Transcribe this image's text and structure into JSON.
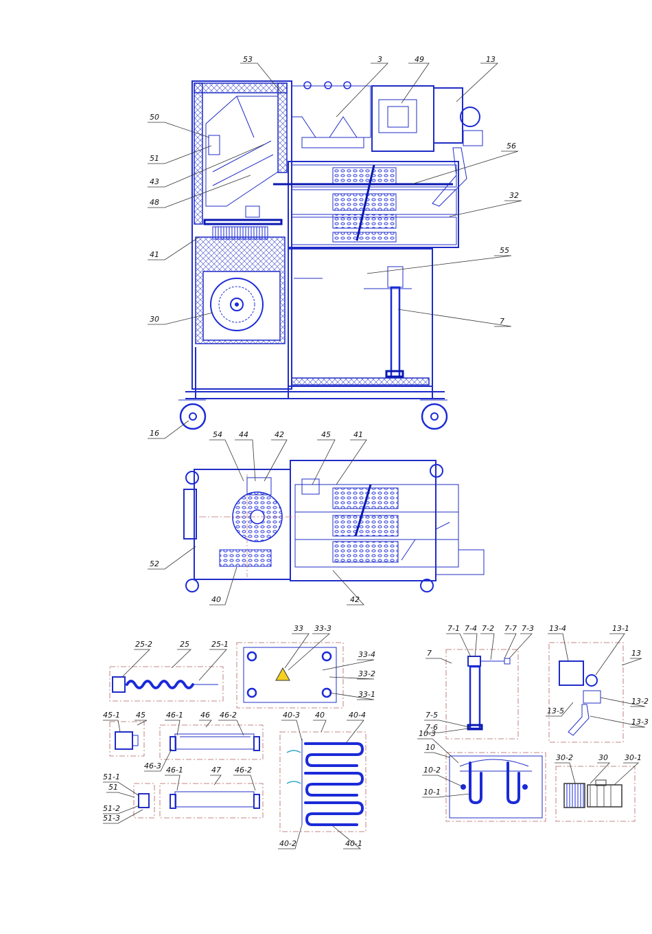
{
  "drawing": {
    "main_view_labels": [
      "53",
      "3",
      "49",
      "13",
      "50",
      "51",
      "43",
      "48",
      "56",
      "32",
      "41",
      "55",
      "30",
      "7",
      "16"
    ],
    "plan_view_labels": [
      "54",
      "44",
      "42",
      "45",
      "41",
      "52",
      "40",
      "42"
    ],
    "detail_groups": [
      {
        "id": "25",
        "labels": [
          "25-2",
          "25",
          "25-1"
        ]
      },
      {
        "id": "33",
        "labels": [
          "33",
          "33-3",
          "33-4",
          "33-2",
          "33-1"
        ]
      },
      {
        "id": "45",
        "labels": [
          "45-1",
          "45"
        ]
      },
      {
        "id": "46",
        "labels": [
          "46-1",
          "46",
          "46-2",
          "46-3"
        ]
      },
      {
        "id": "47",
        "labels": [
          "46-1",
          "47",
          "46-2"
        ]
      },
      {
        "id": "51",
        "labels": [
          "51-1",
          "51",
          "51-2",
          "51-3"
        ]
      },
      {
        "id": "40",
        "labels": [
          "40-3",
          "40",
          "40-4",
          "40-2",
          "40-1"
        ]
      },
      {
        "id": "7",
        "labels": [
          "7-1",
          "7-4",
          "7-2",
          "7-7",
          "7-3",
          "7",
          "7-5",
          "7-6"
        ]
      },
      {
        "id": "13",
        "labels": [
          "13-4",
          "13-1",
          "13",
          "13-2",
          "13-5",
          "13-3"
        ]
      },
      {
        "id": "10",
        "labels": [
          "10-3",
          "10",
          "10-2",
          "10-1"
        ]
      },
      {
        "id": "30",
        "labels": [
          "30-2",
          "30",
          "30-1"
        ]
      }
    ]
  }
}
